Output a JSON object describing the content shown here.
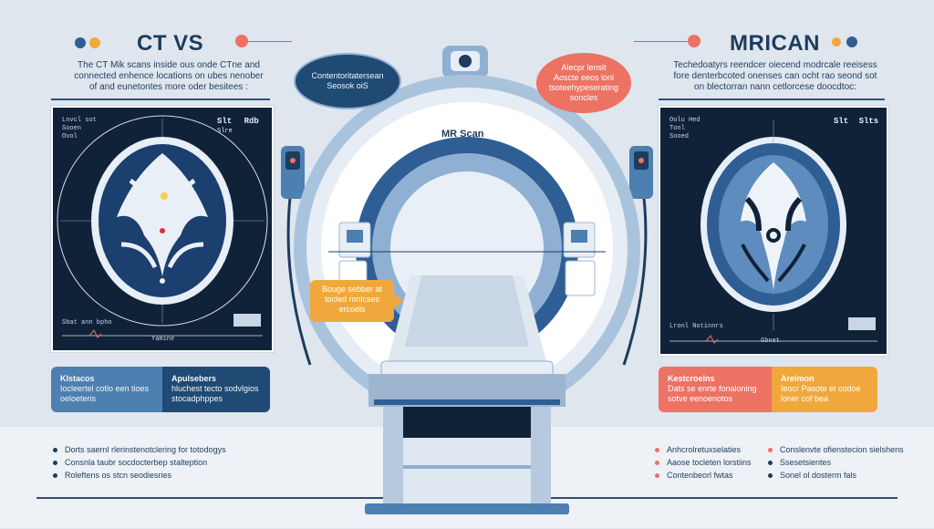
{
  "left": {
    "title": "CT VS",
    "description": [
      "The CT Mik scans inside ous onde CTne and",
      "connected enhence locations on ubes nenober",
      "of and eunetontes more oder besitees :"
    ],
    "screen": {
      "top_left": [
        "Lnvcl sot",
        "Sooen",
        "Ovol"
      ],
      "top_right": [
        "Slt",
        "Rdb",
        "Slre"
      ],
      "bottom_left": "Sbat ann bpho",
      "bottom_mid": "Yamine"
    },
    "card_a": {
      "title": "Klstacos",
      "lines": [
        "Iocleertel cotlo een tioes",
        "oeloeteris"
      ]
    },
    "card_b": {
      "title": "Apulsebers",
      "lines": [
        "hluchest tecto sodvlgios",
        "stocadphppes"
      ]
    },
    "bullets": [
      "Dorts saernl rlerinstenotclering for totodogys",
      "Consnla taubr socdocterbep stalteption",
      "Roleftens os stcn seodiesries"
    ]
  },
  "right": {
    "title": "MRICAN",
    "description": [
      "Techedoatyrs reendcer oiecend modrcale reeisess",
      "fore denterbcoted onenses can ocht rao seond sot",
      "on blectorran nann cetlorcese doocdtoc:"
    ],
    "screen": {
      "top_left": [
        "Oolu Hed",
        "Tonl",
        "Sooed"
      ],
      "top_right": [
        "Slt",
        "Slts"
      ],
      "bottom_left": "Lronl Notinnrs",
      "bottom_mid": "Gbnet"
    },
    "card_a": {
      "title": "Kestcroelns",
      "lines": [
        "Dats se enrte fonaloning",
        "sotve eenoenotos"
      ]
    },
    "card_b": {
      "title": "Arelmon",
      "lines": [
        "Ieocr Pasote et codoe",
        "loner cof bea"
      ]
    },
    "bullets_a": [
      "Anhcrolretuxselaties",
      "Aaose tocleten lorstiins",
      "Contenbeorl fwtas"
    ],
    "bullets_b": [
      "Conslenvte ofienstecion sielshens",
      "Ssesetsientes",
      "Sonel ol dosterm fals"
    ]
  },
  "center": {
    "machine_label": "MR Scan",
    "bubble_left": [
      "Contentoritatersean",
      "Seosok oiS"
    ],
    "bubble_right": [
      "Alecpr lensit",
      "Aoscte eeos lonl",
      "tsoteehypeserating",
      "soncles"
    ],
    "callout": [
      "Bouge sebber at",
      "tocled ronlcses",
      "ercoels"
    ]
  },
  "colors": {
    "navy": "#1d3c5e",
    "accent_blue": "#4d7fb0",
    "coral": "#ec7263",
    "orange": "#f0a83c",
    "screen": "#0f2238"
  }
}
